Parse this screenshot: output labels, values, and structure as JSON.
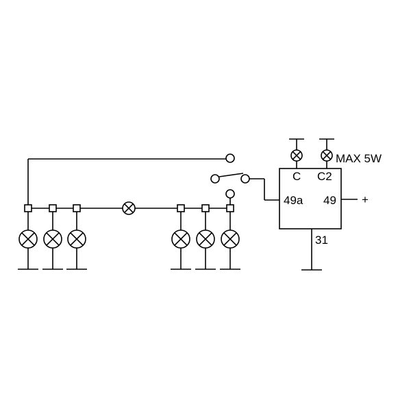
{
  "flasher_unit": {
    "terminal_49a": "49a",
    "terminal_49": "49",
    "terminal_31": "31",
    "terminal_c": "C",
    "terminal_c2": "C2"
  },
  "supply_label": "+",
  "indicator_rating": "MAX 5W"
}
